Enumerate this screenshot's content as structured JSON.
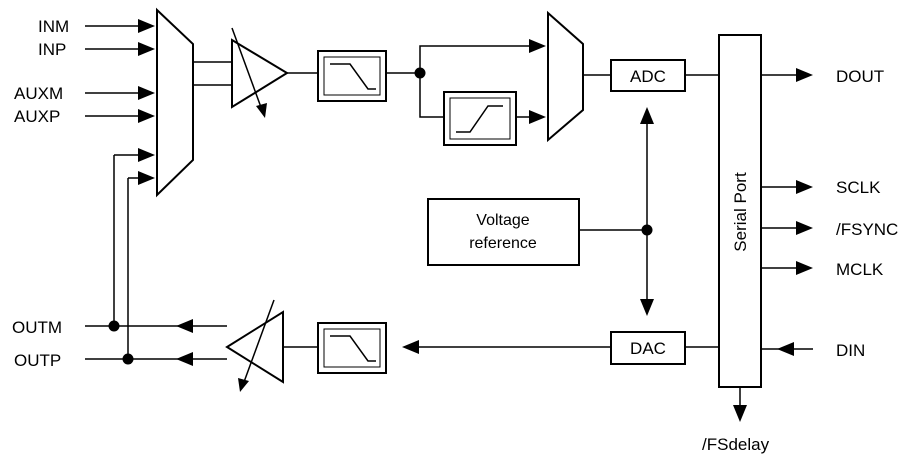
{
  "inputs": {
    "inm": "INM",
    "inp": "INP",
    "auxm": "AUXM",
    "auxp": "AUXP"
  },
  "outputs_left": {
    "outm": "OUTM",
    "outp": "OUTP"
  },
  "blocks": {
    "adc": "ADC",
    "dac": "DAC",
    "voltage_reference_line1": "Voltage",
    "voltage_reference_line2": "reference",
    "serial_port": "Serial Port"
  },
  "serial_pins": {
    "dout": "DOUT",
    "sclk": "SCLK",
    "fsync": "/FSYNC",
    "mclk": "MCLK",
    "din": "DIN",
    "fsdelay": "/FSdelay"
  }
}
